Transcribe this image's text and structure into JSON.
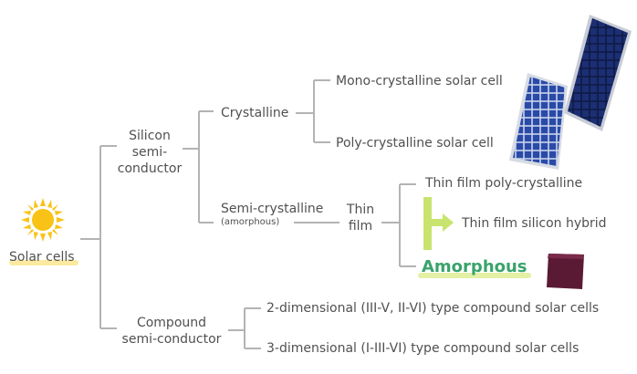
{
  "root": {
    "label": "Solar cells",
    "icon": "sun-icon"
  },
  "silicon": {
    "line1": "Silicon",
    "line2": "semi-",
    "line3": "conductor"
  },
  "crystalline": {
    "label": "Crystalline"
  },
  "mono": {
    "label": "Mono-crystalline solar cell"
  },
  "poly": {
    "label": "Poly-crystalline solar cell"
  },
  "semi_crystalline": {
    "label": "Semi-crystalline",
    "sub": "(amorphous)"
  },
  "thin": {
    "line1": "Thin",
    "line2": "film"
  },
  "thin_poly": {
    "label": "Thin film poly-crystalline"
  },
  "thin_hybrid": {
    "label": "Thin film silicon hybrid"
  },
  "amorphous": {
    "label": "Amorphous"
  },
  "compound": {
    "line1": "Compound",
    "line2": "semi-conductor"
  },
  "compound_2d": {
    "label": "2-dimensional (III-V, II-VI) type compound solar cells"
  },
  "compound_3d": {
    "label": "3-dimensional (I-III-VI) type compound solar cells"
  },
  "colors": {
    "line": "#b3b3b3",
    "sun": "#f9c216",
    "underline_yellow": "#fbeaa0",
    "underline_green": "#e3f0a6",
    "hybrid_arrow": "#c8e46e",
    "amorphous_text": "#3aa36b",
    "panel_blue": "#1f3f95",
    "panel_dark": "#14215a",
    "amorphous_panel": "#5a1a34"
  }
}
